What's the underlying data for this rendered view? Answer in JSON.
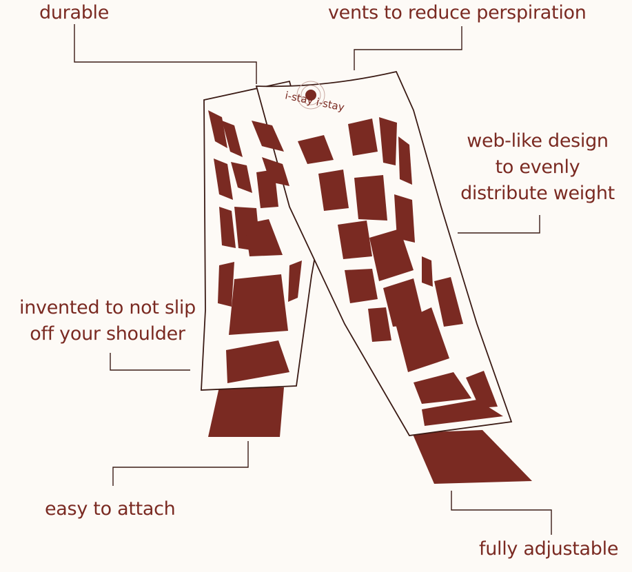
{
  "colors": {
    "brand": "#7a2a22",
    "background": "#fdfaf6",
    "outline": "#3a1a14"
  },
  "brand_mark": "i-stay i-stay",
  "callouts": {
    "durable": "durable",
    "vents": "vents to reduce perspiration",
    "web_design": [
      "web-like design",
      "to evenly",
      "distribute weight"
    ],
    "no_slip": [
      "invented to not slip",
      "off your shoulder"
    ],
    "easy_attach": "easy to attach",
    "adjustable": "fully adjustable"
  }
}
